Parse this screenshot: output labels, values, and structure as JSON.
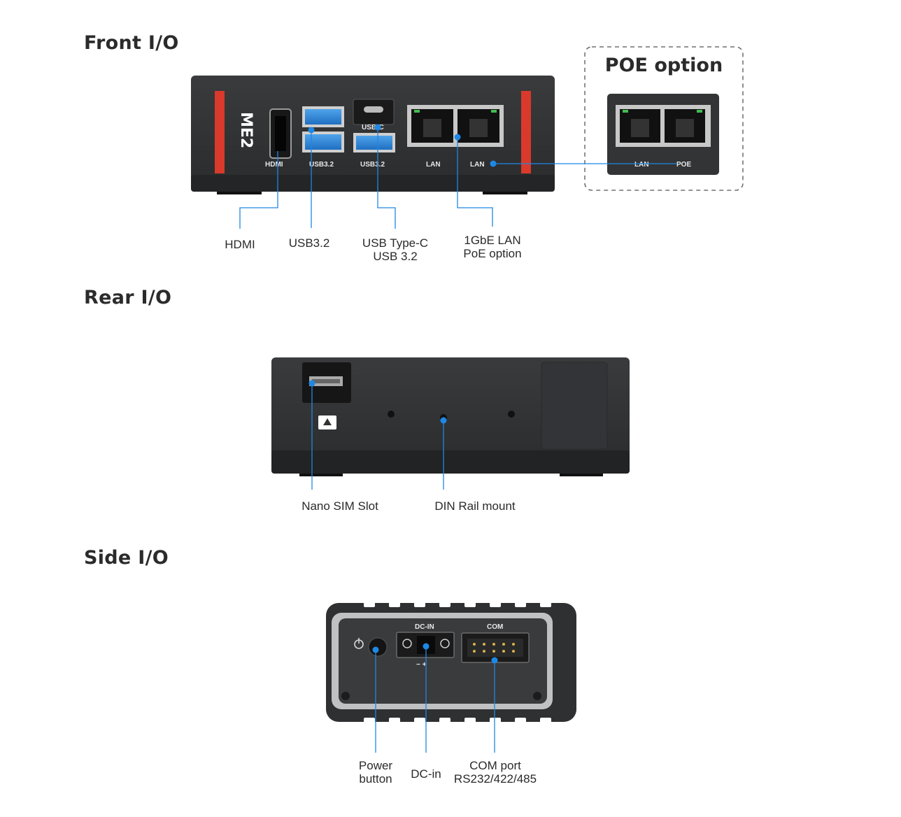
{
  "sections": {
    "front": "Front I/O",
    "rear": "Rear I/O",
    "side": "Side I/O"
  },
  "poe": {
    "title": "POE option",
    "labels": [
      "LAN",
      "POE"
    ]
  },
  "device": {
    "brand": "ME2",
    "front_labels": {
      "hdmi": "HDMI",
      "usb32_a": "USB3.2",
      "usb32_b": "USB3.2",
      "usbc": "USB-C",
      "lan1": "LAN",
      "lan2": "LAN"
    },
    "side_labels": {
      "dcin": "DC-IN",
      "com": "COM",
      "polarity": "− +"
    }
  },
  "callouts": {
    "hdmi": [
      "HDMI"
    ],
    "usb32": [
      "USB3.2"
    ],
    "usbc": [
      "USB Type-C",
      "USB 3.2"
    ],
    "lan": [
      "1GbE LAN",
      "PoE option"
    ],
    "sim": [
      "Nano SIM Slot"
    ],
    "din": [
      "DIN Rail mount"
    ],
    "power": [
      "Power",
      "button"
    ],
    "dcin": [
      "DC-in"
    ],
    "com": [
      "COM port",
      "RS232/422/485"
    ]
  },
  "colors": {
    "accent": "#1e88e5",
    "red_stripe": "#d93a2b",
    "device_dark": "#2e2f31"
  }
}
